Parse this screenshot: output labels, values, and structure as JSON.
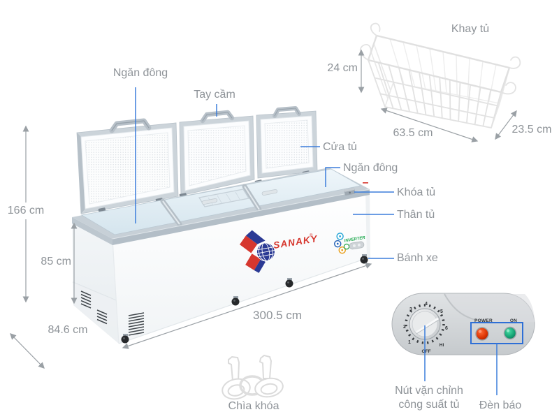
{
  "brand": {
    "name": "SANAKY",
    "reg": "®",
    "badge": "INVERTER"
  },
  "labels": {
    "freezer_compartment_top": "Ngăn đông",
    "handle": "Tay cầm",
    "basket": "Khay tủ",
    "door": "Cửa tủ",
    "freezer_compartment_right": "Ngăn đông",
    "lock": "Khóa tủ",
    "body": "Thân tủ",
    "wheel": "Bánh xe",
    "key": "Chìa khóa",
    "knob_caption_line1": "Nút vặn chỉnh",
    "knob_caption_line2": "công suất tủ",
    "indicator": "Đèn báo"
  },
  "dimensions": {
    "total_height": "166 cm",
    "body_height": "85 cm",
    "depth": "84.6 cm",
    "width": "300.5 cm",
    "basket_height": "24 cm",
    "basket_width": "63.5 cm",
    "basket_depth": "23.5 cm"
  },
  "control_panel": {
    "power_label": "POWER",
    "on_label": "ON",
    "knob_numbers": [
      "1",
      "2",
      "3",
      "4",
      "5",
      "6"
    ],
    "knob_off": "OFF",
    "knob_hi": "HI"
  },
  "colors": {
    "callout_line": "#3b7ddb",
    "dimension_line": "#9aa0a5",
    "label_text": "#8e9398",
    "brand_red": "#d6372e",
    "brand_blue": "#2b3a94",
    "inverter_green": "#1fa94e",
    "indicator_power_red": "#c22800",
    "indicator_on_green": "#12916c",
    "highlight_box_blue": "#2e6fd6"
  }
}
